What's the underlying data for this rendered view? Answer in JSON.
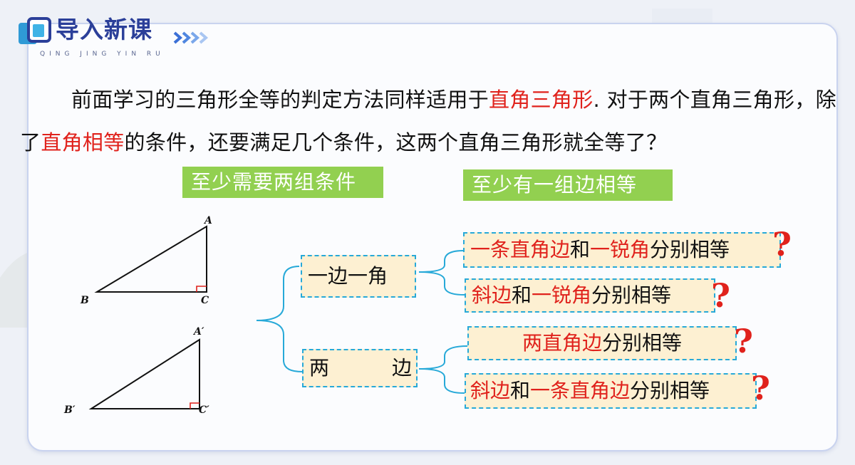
{
  "header": {
    "title": "导入新课",
    "pinyin": "QING JING YIN RU"
  },
  "intro": {
    "p1": "前面学习的三角形全等的判定方法同样适用于",
    "p1_red": "直角三角形",
    "p2": ". 对于两个直角三角形，除了",
    "p2_red": "直角相等",
    "p3": "的条件，还要满足几个条件，这两个直角三角形就全等了？"
  },
  "tags": {
    "left": "至少需要两组条件",
    "right": "至少有一组边相等"
  },
  "triangle1": {
    "a": "A",
    "b": "B",
    "c": "C"
  },
  "triangle2": {
    "a": "A′",
    "b": "B′",
    "c": "C′"
  },
  "tree": {
    "branch1": "一边一角",
    "branch2_a": "两",
    "branch2_b": "边",
    "leaves": [
      {
        "r1": "一条直角边",
        "k1": "和",
        "r2": "一锐角",
        "k2": "分别相等"
      },
      {
        "r1": "斜边",
        "k1": "和",
        "r2": "一锐角",
        "k2": "分别相等"
      },
      {
        "r1": "两直角边",
        "k1": "分别相等"
      },
      {
        "r1": "斜边",
        "k1": "和",
        "r2": "一条直角边",
        "k2": "分别相等"
      }
    ],
    "question_mark": "?"
  },
  "colors": {
    "red": "#e0221c",
    "tag_green": "#92d050",
    "dash_blue": "#27a9d8",
    "box_fill": "#fdf0d2",
    "title_blue": "#2b3f99"
  }
}
